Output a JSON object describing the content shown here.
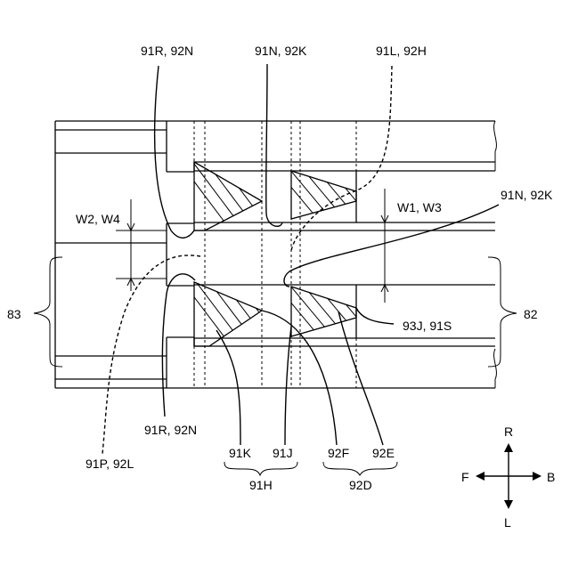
{
  "labels": {
    "l_91R_92N_top": "91R, 92N",
    "l_91N_92K_top": "91N, 92K",
    "l_91L_92H": "91L, 92H",
    "l_91N_92K_right": "91N, 92K",
    "l_W2_W4": "W2, W4",
    "l_W1_W3": "W1, W3",
    "l_83": "83",
    "l_82": "82",
    "l_93J_91S": "93J, 91S",
    "l_91R_92N_bottom": "91R, 92N",
    "l_91P_92L": "91P, 92L",
    "l_91K": "91K",
    "l_91J": "91J",
    "l_92F": "92F",
    "l_92E": "92E",
    "l_91H": "91H",
    "l_92D": "92D"
  },
  "compass": {
    "up": "R",
    "down": "L",
    "left": "F",
    "right": "B"
  }
}
